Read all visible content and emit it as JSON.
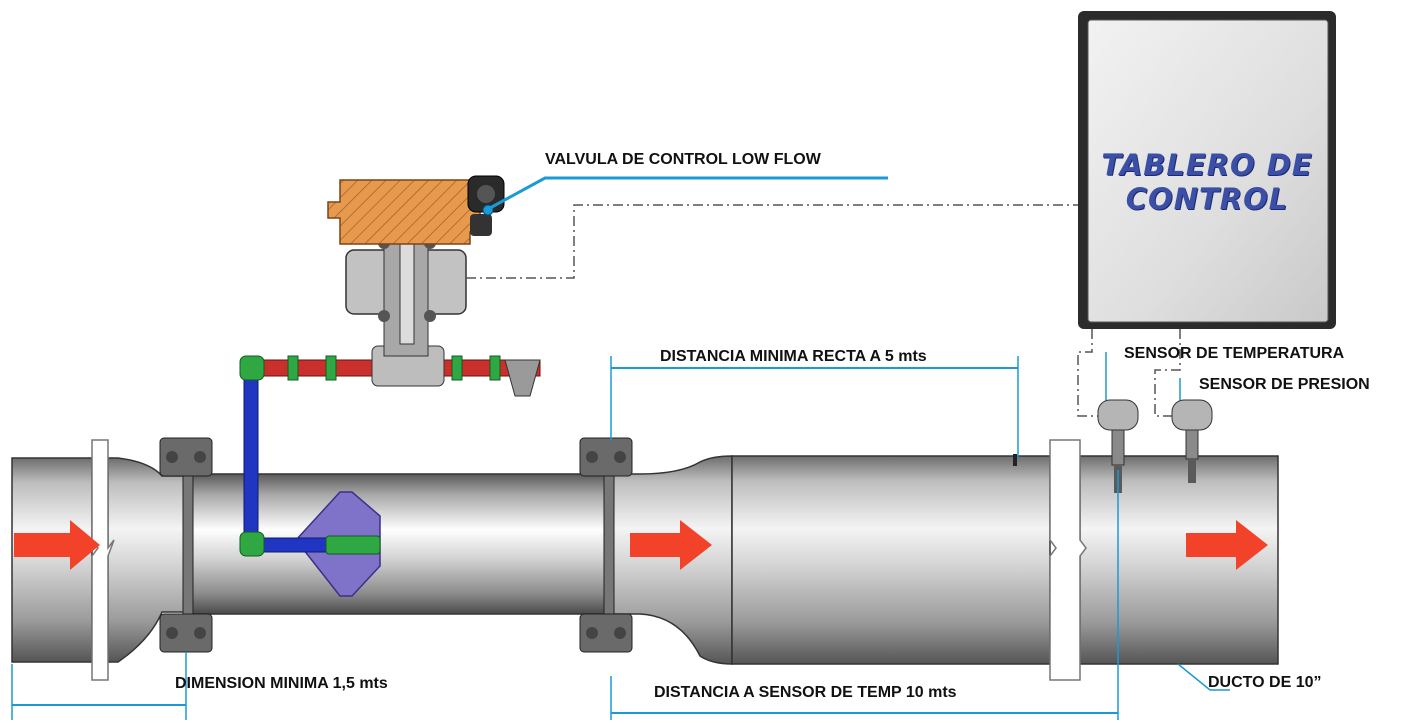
{
  "panel": {
    "line1": "TABLERO DE",
    "line2": "CONTROL"
  },
  "labels": {
    "valve": "VALVULA DE CONTROL LOW FLOW",
    "straight_distance": "DISTANCIA MINIMA RECTA A 5 mts",
    "temp_sensor": "SENSOR DE TEMPERATURA",
    "pressure_sensor": "SENSOR DE PRESION",
    "min_dimension": "DIMENSION MINIMA 1,5 mts",
    "temp_sensor_distance": "DISTANCIA A SENSOR DE TEMP 10 mts",
    "duct": "DUCTO DE 10”"
  },
  "colors": {
    "dimension_line": "#1b9ad6",
    "flow_arrow": "#f2432a",
    "actuator": "#e79a4e",
    "bypass_pipe_blue": "#2036c2",
    "bypass_pipe_red": "#c9302c",
    "fitting_green": "#2fa844",
    "panel_text": "#3c4fa6"
  }
}
